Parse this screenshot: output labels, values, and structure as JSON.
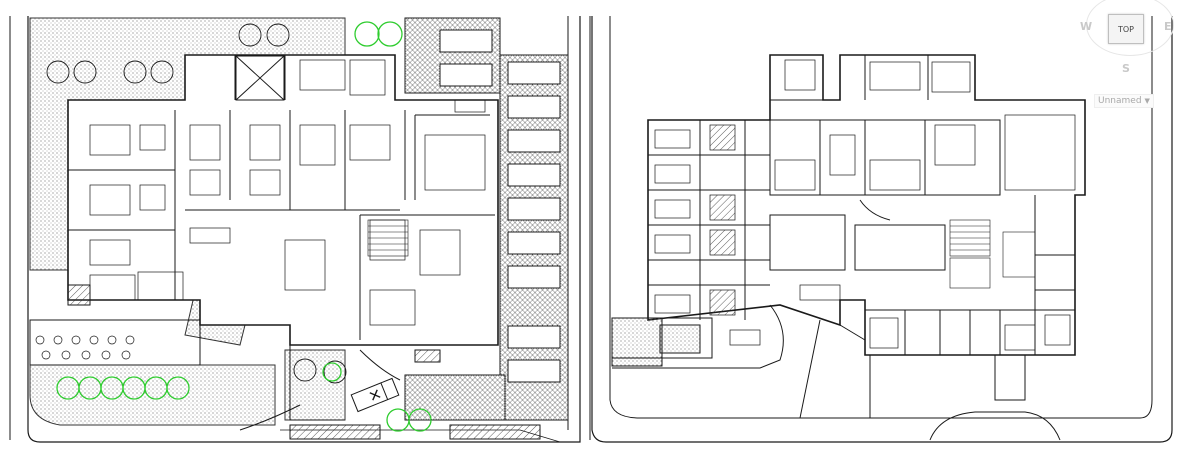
{
  "viewcube": {
    "top_label": "TOP",
    "west": "W",
    "east": "E",
    "south": "S",
    "ucs_name": "Unnamed"
  },
  "icons": {
    "dropdown": "chevron-down-icon",
    "ambulance": "ambulance-icon",
    "car": "car-icon",
    "tree": "tree-icon",
    "stair": "stair-icon"
  },
  "colors": {
    "line": "#1a1a1a",
    "vegetation": "#2ecc2e",
    "hatch": "#6d6d6d",
    "background": "#ffffff"
  }
}
